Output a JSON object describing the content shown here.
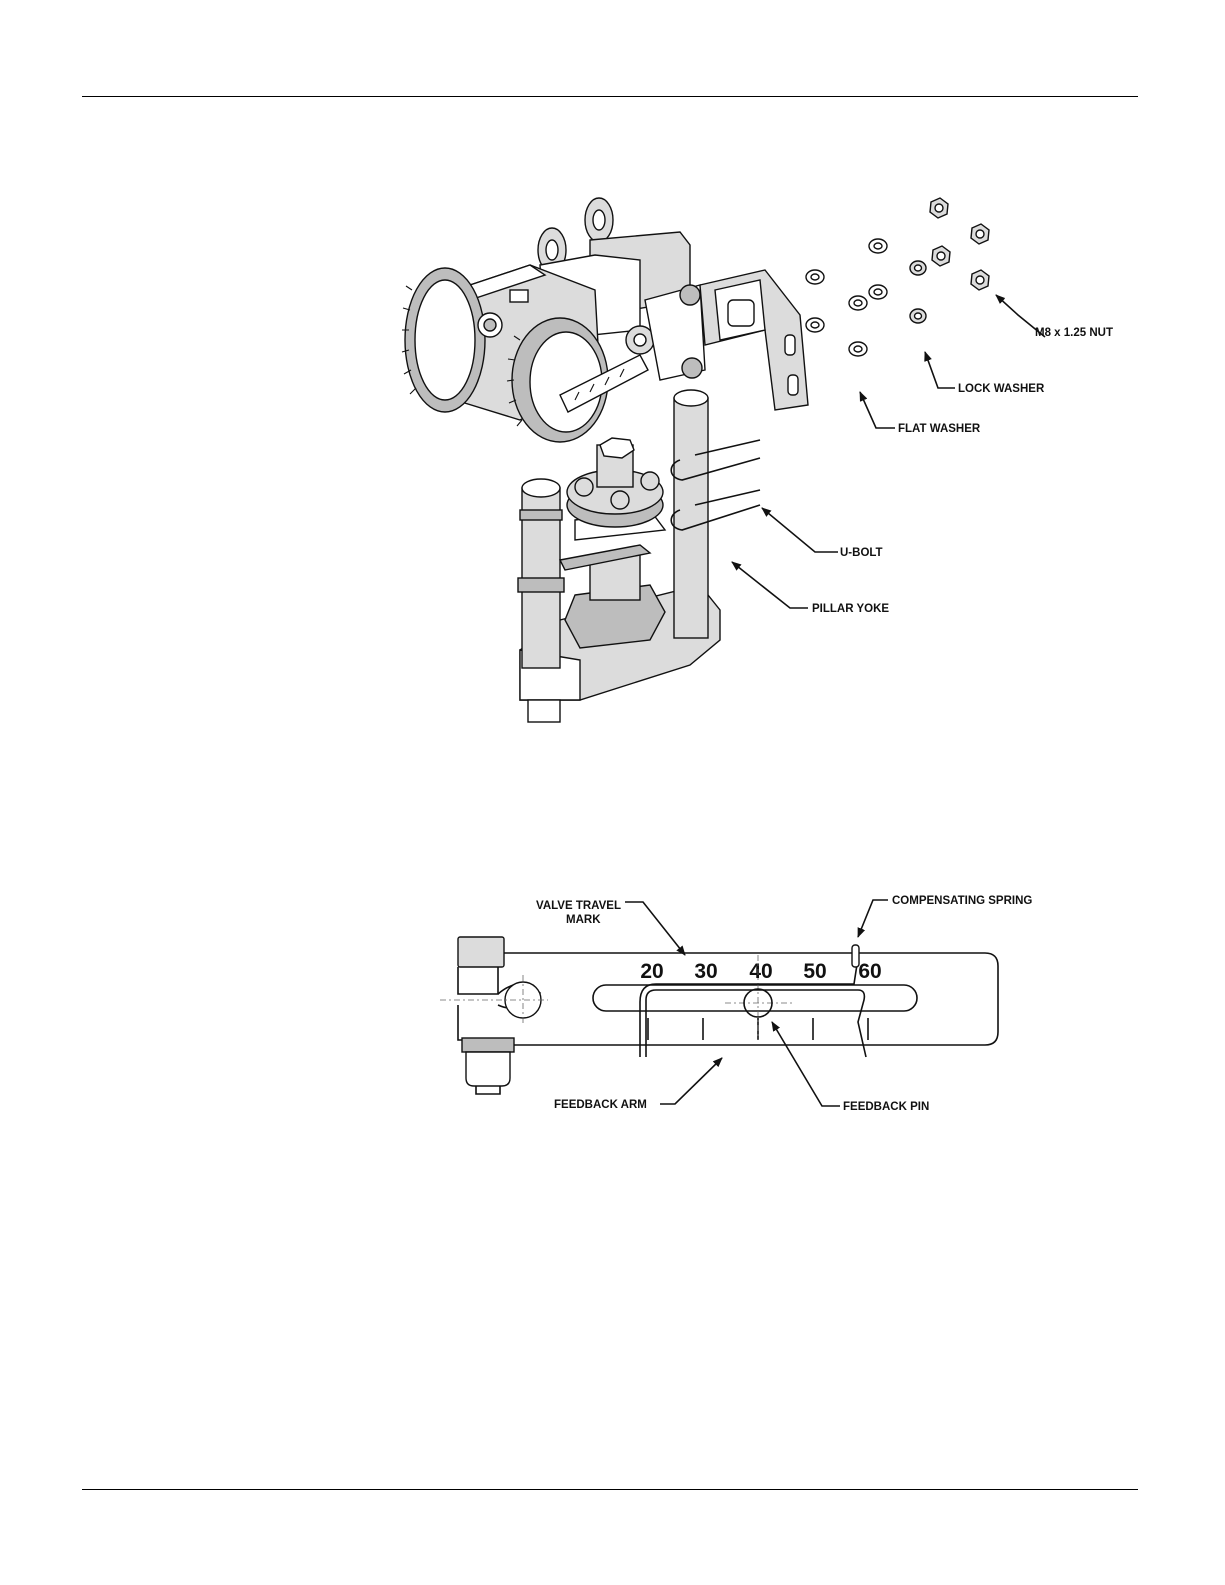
{
  "figure_1": {
    "callouts": {
      "nut": "M8 x 1.25 NUT",
      "lock_washer": "LOCK WASHER",
      "flat_washer": "FLAT WASHER",
      "u_bolt": "U-BOLT",
      "pillar_yoke": "PILLAR YOKE"
    }
  },
  "figure_2": {
    "callouts": {
      "valve_travel_mark_line1": "VALVE TRAVEL",
      "valve_travel_mark_line2": "MARK",
      "compensating_spring": "COMPENSATING SPRING",
      "feedback_arm": "FEEDBACK ARM",
      "feedback_pin": "FEEDBACK PIN"
    },
    "scale_marks": [
      "20",
      "30",
      "40",
      "50",
      "60"
    ]
  },
  "colors": {
    "line": "#111111",
    "fill_gray": "#bdbdbd",
    "fill_light": "#dcdcdc",
    "page": "#ffffff"
  }
}
